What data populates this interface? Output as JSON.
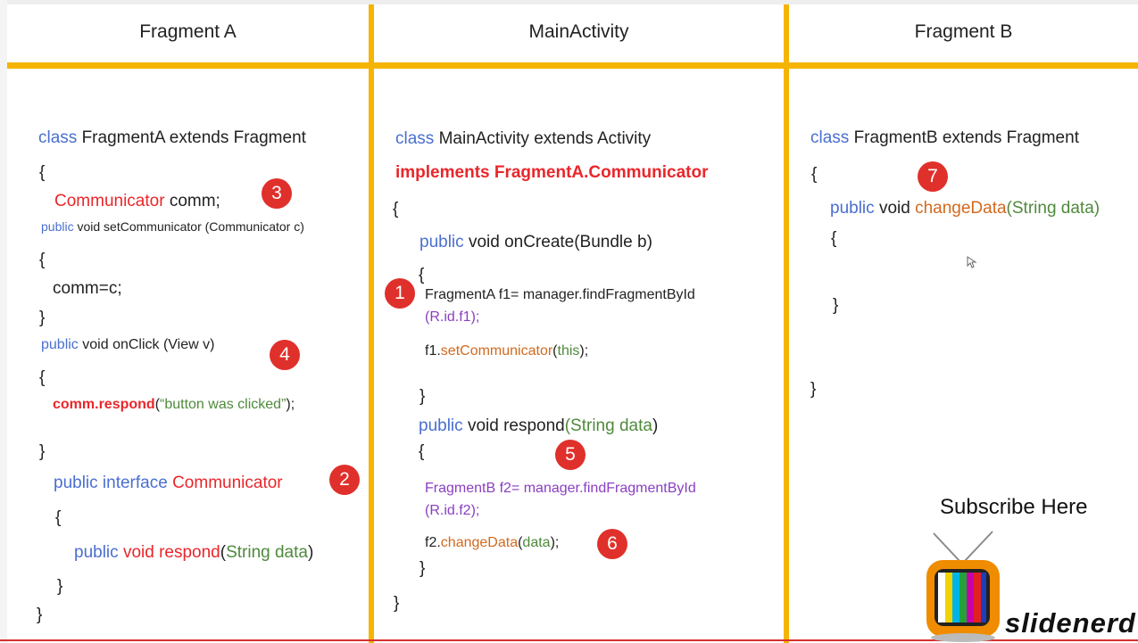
{
  "headers": {
    "left": "Fragment A",
    "middle": "MainActivity",
    "right": "Fragment B"
  },
  "fragment_a": {
    "l1_kw": "class",
    "l1_rest": "FragmentA extends Fragment",
    "l2": "{",
    "l3_type": "Communicator",
    "l3_rest": "comm;",
    "l4_kw": "public",
    "l4_rest": "void setCommunicator (Communicator c)",
    "l5": "{",
    "l6": "comm=c;",
    "l7": "}",
    "l8_kw": "public",
    "l8_rest": "void onClick (View v)",
    "l9": "{",
    "l10_call": "comm.respond",
    "l10_open": "(",
    "l10_str": "“button was clicked”",
    "l10_close": ");",
    "l11": "}",
    "l12_kw": "public interface",
    "l12_name": "Communicator",
    "l13": "{",
    "l14_kw": "public",
    "l14_mid": "void respond",
    "l14_open": "(",
    "l14_arg": "String data",
    "l14_close": ")",
    "l15": "}",
    "l16": "}"
  },
  "main_activity": {
    "l1_kw": "class",
    "l1_rest": "MainActivity extends Activity",
    "l2": "implements FragmentA.Communicator",
    "l3": "{",
    "l4_kw": "public",
    "l4_rest": "void onCreate(Bundle b)",
    "l5": "{",
    "l6": "FragmentA f1= manager.findFragmentById",
    "l7": "(R.id.f1);",
    "l8_obj": "f1.",
    "l8_method": "setCommunicator",
    "l8_open": "(",
    "l8_arg": "this",
    "l8_close": ");",
    "l9": "}",
    "l10_kw": "public",
    "l10_mid": "void respond",
    "l10_arg": "(String data",
    "l10_close": ")",
    "l11": "{",
    "l12": "FragmentB f2= manager.findFragmentById",
    "l13": "(R.id.f2);",
    "l14_obj": "f2.",
    "l14_method": "changeData",
    "l14_open": "(",
    "l14_arg": "data",
    "l14_close": ");",
    "l15": "}",
    "l16": "}"
  },
  "fragment_b": {
    "l1_kw": "class",
    "l1_rest": "FragmentB extends Fragment",
    "l2": "{",
    "l3_kw": "public",
    "l3_mid": "void",
    "l3_method": "changeData",
    "l3_args": "(String data)",
    "l4": "{",
    "l5": "}",
    "l6": "}"
  },
  "badges": [
    "1",
    "2",
    "3",
    "4",
    "5",
    "6",
    "7"
  ],
  "subscribe": "Subscribe Here",
  "brand": "slidenerd",
  "colors": {
    "accent_yellow": "#f5b400",
    "keyword_blue": "#4a6fd0",
    "highlight_red": "#e8272b",
    "string_green": "#4f8a3c",
    "method_orange": "#d2691e",
    "code_purple": "#8a3fc2",
    "badge_red": "#e0302b"
  }
}
